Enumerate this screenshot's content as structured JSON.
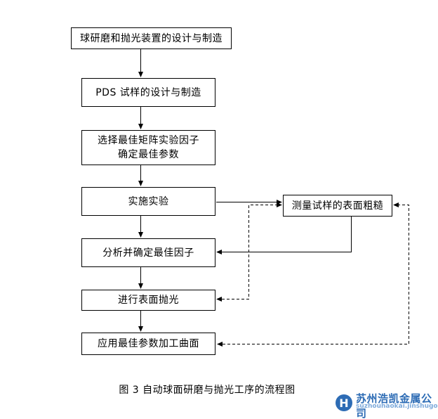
{
  "diagram": {
    "nodes": [
      {
        "id": "device-design",
        "lines": [
          "球研磨和抛光装置的设计与制造"
        ]
      },
      {
        "id": "pds-sample-design",
        "lines": [
          "PDS 试样的设计与制造"
        ]
      },
      {
        "id": "select-matrix-factors",
        "lines": [
          "选择最佳矩阵实验因子",
          "确定最佳参数"
        ]
      },
      {
        "id": "run-experiment",
        "lines": [
          "实施实验"
        ]
      },
      {
        "id": "analyze-best-factors",
        "lines": [
          "分析并确定最佳因子"
        ]
      },
      {
        "id": "surface-polish",
        "lines": [
          "进行表面抛光"
        ]
      },
      {
        "id": "apply-best-params",
        "lines": [
          "应用最佳参数加工曲面"
        ]
      },
      {
        "id": "measure-roughness",
        "lines": [
          "测量试样的表面粗糙"
        ]
      }
    ],
    "caption": "图 3 自动球面研磨与抛光工序的流程图",
    "line_color": "#000000",
    "box_fill": "#ffffff"
  },
  "watermark": {
    "logo_letter": "H",
    "company": "苏州浩凯金属公司",
    "subtext": "suzhouhaokai.jinshugongsi",
    "brand_color": "#2d6cb5",
    "subtext_color": "#7fabdb"
  }
}
